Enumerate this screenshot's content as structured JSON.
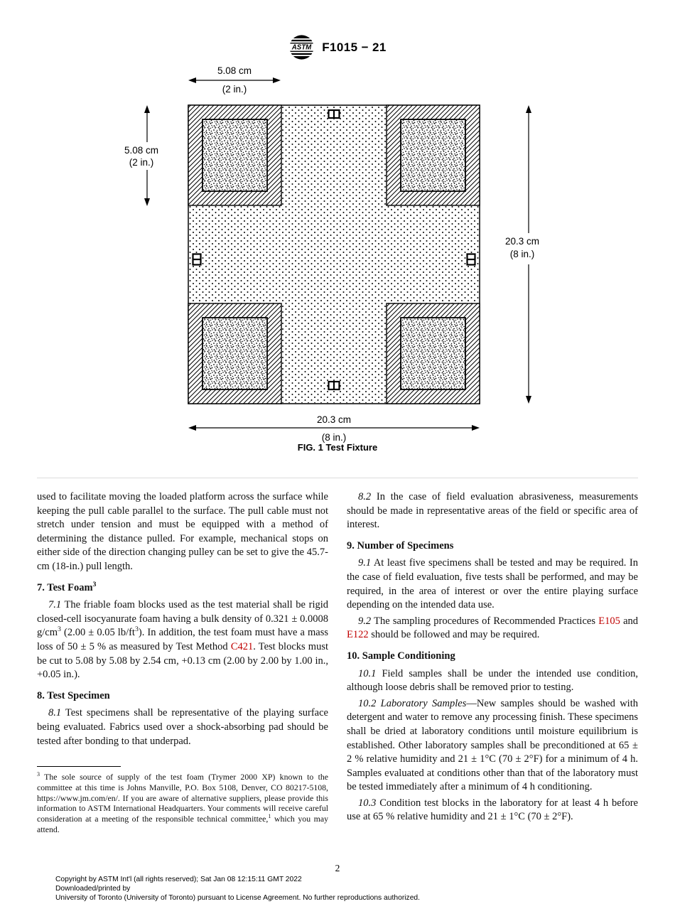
{
  "header": {
    "designation": "F1015 − 21",
    "logo": "ASTM"
  },
  "colors": {
    "link": "#c00000"
  },
  "figure": {
    "caption": "FIG. 1 Test Fixture",
    "dims": {
      "top": [
        "5.08 cm",
        "(2 in.)"
      ],
      "left": [
        "5.08 cm",
        "(2 in.)"
      ],
      "right": [
        "20.3 cm",
        "(8 in.)"
      ],
      "bottom": [
        "20.3 cm",
        "(8 in.)"
      ]
    }
  },
  "body": {
    "left": [
      {
        "type": "p0",
        "segments": [
          {
            "t": "text",
            "s": "used to facilitate moving the loaded platform across the surface while keeping the pull cable parallel to the surface. The pull cable must not stretch under tension and must be equipped with a method of determining the distance pulled. For example, mechanical stops on either side of the direction changing pulley can be set to give the 45.7-cm (18-in.) pull length."
          }
        ]
      },
      {
        "type": "h",
        "segments": [
          {
            "t": "text",
            "s": "7. Test Foam"
          },
          {
            "t": "sup",
            "s": "3"
          }
        ]
      },
      {
        "type": "p1",
        "segments": [
          {
            "t": "i",
            "s": "7.1"
          },
          {
            "t": "text",
            "s": " The friable foam blocks used as the test material shall be rigid closed-cell isocyanurate foam having a bulk density of 0.321 ± 0.0008 g/cm"
          },
          {
            "t": "sup",
            "s": "3"
          },
          {
            "t": "text",
            "s": " (2.00 ± 0.05 lb/ft"
          },
          {
            "t": "sup",
            "s": "3"
          },
          {
            "t": "text",
            "s": "). In addition, the test foam must have a mass loss of 50 ± 5 % as measured by Test Method "
          },
          {
            "t": "link",
            "s": "C421"
          },
          {
            "t": "text",
            "s": ". Test blocks must be cut to 5.08 by 5.08 by 2.54 cm, +0.13 cm (2.00 by 2.00 by 1.00 in., +0.05 in.)."
          }
        ]
      },
      {
        "type": "h",
        "segments": [
          {
            "t": "text",
            "s": "8. Test Specimen"
          }
        ]
      },
      {
        "type": "p1",
        "segments": [
          {
            "t": "i",
            "s": "8.1"
          },
          {
            "t": "text",
            "s": " Test specimens shall be representative of the playing surface being evaluated. Fabrics used over a shock-absorbing pad should be tested after bonding to that underpad."
          }
        ]
      }
    ],
    "right": [
      {
        "type": "p1",
        "segments": [
          {
            "t": "i",
            "s": "8.2"
          },
          {
            "t": "text",
            "s": " In the case of field evaluation abrasiveness, measurements should be made in representative areas of the field or specific area of interest."
          }
        ]
      },
      {
        "type": "h",
        "segments": [
          {
            "t": "text",
            "s": "9. Number of Specimens"
          }
        ]
      },
      {
        "type": "p1",
        "segments": [
          {
            "t": "i",
            "s": "9.1"
          },
          {
            "t": "text",
            "s": " At least five specimens shall be tested and may be required. In the case of field evaluation, five tests shall be performed, and may be required, in the area of interest or over the entire playing surface depending on the intended data use."
          }
        ]
      },
      {
        "type": "p1",
        "segments": [
          {
            "t": "i",
            "s": "9.2"
          },
          {
            "t": "text",
            "s": " The sampling procedures of Recommended Practices "
          },
          {
            "t": "link",
            "s": "E105"
          },
          {
            "t": "text",
            "s": " and "
          },
          {
            "t": "link",
            "s": "E122"
          },
          {
            "t": "text",
            "s": " should be followed and may be required."
          }
        ]
      },
      {
        "type": "h",
        "segments": [
          {
            "t": "text",
            "s": "10. Sample Conditioning"
          }
        ]
      },
      {
        "type": "p1",
        "segments": [
          {
            "t": "i",
            "s": "10.1"
          },
          {
            "t": "text",
            "s": " Field samples shall be under the intended use condition, although loose debris shall be removed prior to testing."
          }
        ]
      },
      {
        "type": "p1",
        "segments": [
          {
            "t": "i",
            "s": "10.2 Laboratory Samples"
          },
          {
            "t": "text",
            "s": "—New samples should be washed with detergent and water to remove any processing finish. These specimens shall be dried at laboratory conditions until moisture equilibrium is established. Other laboratory samples shall be preconditioned at 65 ± 2 % relative humidity and 21 ± 1°C (70 ± 2°F) for a minimum of 4 h. Samples evaluated at conditions other than that of the laboratory must be tested immediately after a minimum of 4 h conditioning."
          }
        ]
      },
      {
        "type": "p1",
        "segments": [
          {
            "t": "i",
            "s": "10.3"
          },
          {
            "t": "text",
            "s": " Condition test blocks in the laboratory for at least 4 h before use at 65 % relative humidity and 21 ± 1°C (70 ± 2°F)."
          }
        ]
      }
    ]
  },
  "footnote": {
    "segments": [
      {
        "t": "sup",
        "s": "3"
      },
      {
        "t": "text",
        "s": " The sole source of supply of the test foam (Trymer 2000 XP) known to the committee at this time is Johns Manville, P.O. Box 5108, Denver, CO 80217-5108, https://www.jm.com/en/. If you are aware of alternative suppliers, please provide this information to ASTM International Headquarters. Your comments will receive careful consideration at a meeting of the responsible technical committee,"
      },
      {
        "t": "sup",
        "s": "1"
      },
      {
        "t": "text",
        "s": " which you may attend."
      }
    ]
  },
  "footer": {
    "page_number": "2",
    "lines": [
      "Copyright by ASTM Int'l (all rights reserved); Sat Jan 08 12:15:11 GMT 2022",
      "Downloaded/printed by",
      "University of Toronto (University of Toronto) pursuant to License Agreement. No further reproductions authorized."
    ]
  }
}
